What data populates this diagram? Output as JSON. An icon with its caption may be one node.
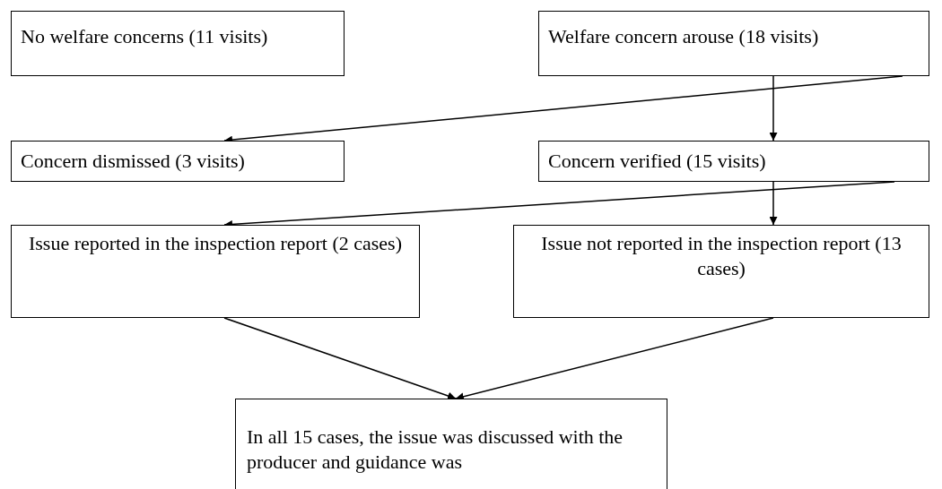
{
  "diagram": {
    "nodes": [
      {
        "text": [
          "No welfare concerns (11 visits)"
        ]
      },
      {
        "text": [
          "Welfare concern arouse (18 visits)"
        ]
      },
      {
        "text": [
          "Concern dismissed (3 visits)"
        ]
      },
      {
        "text": [
          "Concern verified (15 visits)"
        ]
      },
      {
        "text": [
          "Issue reported in the inspection report (2 cases)"
        ]
      },
      {
        "text": [
          "Issue not reported in the inspection report (13 cases)"
        ]
      },
      {
        "text": [
          "In all 15 cases, the issue was discussed with the producer and guidance was"
        ]
      }
    ],
    "edges": [
      {
        "from": 1,
        "to": 2,
        "arrow": "to"
      },
      {
        "from": 1,
        "to": 3,
        "arrow": "to"
      },
      {
        "from": 3,
        "to": 4,
        "arrow": "to"
      },
      {
        "from": 3,
        "to": 5,
        "arrow": "to"
      },
      {
        "from": 4,
        "to": 6,
        "arrow": "to"
      },
      {
        "from": 5,
        "to": 6,
        "arrow": "to"
      }
    ]
  }
}
